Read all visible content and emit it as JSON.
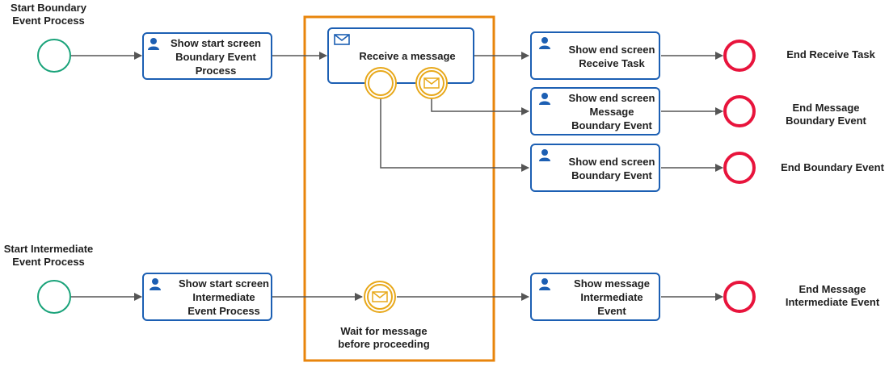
{
  "colors": {
    "task_border": "#1c5fb3",
    "user_icon": "#1c5fb3",
    "start_event": "#1aa37a",
    "end_event": "#e8143c",
    "boundary_event": "#e8a81a",
    "highlight_box": "#e8850c",
    "flow_line": "#555555"
  },
  "start_events": {
    "boundary": {
      "label_line1": "Start Boundary",
      "label_line2": "Event Process"
    },
    "intermediate": {
      "label_line1": "Start Intermediate",
      "label_line2": "Event Process"
    }
  },
  "tasks": {
    "start_boundary": {
      "line1": "Show start screen",
      "line2": "Boundary Event",
      "line3": "Process",
      "icon": "user-icon"
    },
    "receive_message": {
      "line1": "Receive a message",
      "icon": "envelope-icon"
    },
    "end_receive": {
      "line1": "Show end screen",
      "line2": "Receive Task",
      "icon": "user-icon"
    },
    "end_message_boundary": {
      "line1": "Show end screen",
      "line2": "Message",
      "line3": "Boundary Event",
      "icon": "user-icon"
    },
    "end_boundary": {
      "line1": "Show end screen",
      "line2": "Boundary Event",
      "icon": "user-icon"
    },
    "start_intermediate": {
      "line1": "Show start screen",
      "line2": "Intermediate",
      "line3": "Event Process",
      "icon": "user-icon"
    },
    "show_message_intermediate": {
      "line1": "Show message",
      "line2": "Intermediate",
      "line3": "Event",
      "icon": "user-icon"
    }
  },
  "intermediate_event": {
    "label_line1": "Wait for message",
    "label_line2": "before proceeding",
    "icon": "envelope-icon"
  },
  "end_events": {
    "receive_task": {
      "label_line1": "End Receive Task"
    },
    "message_boundary": {
      "label_line1": "End Message",
      "label_line2": "Boundary Event"
    },
    "boundary": {
      "label_line1": "End Boundary Event"
    },
    "message_intermediate": {
      "label_line1": "End Message",
      "label_line2": "Intermediate Event"
    }
  }
}
